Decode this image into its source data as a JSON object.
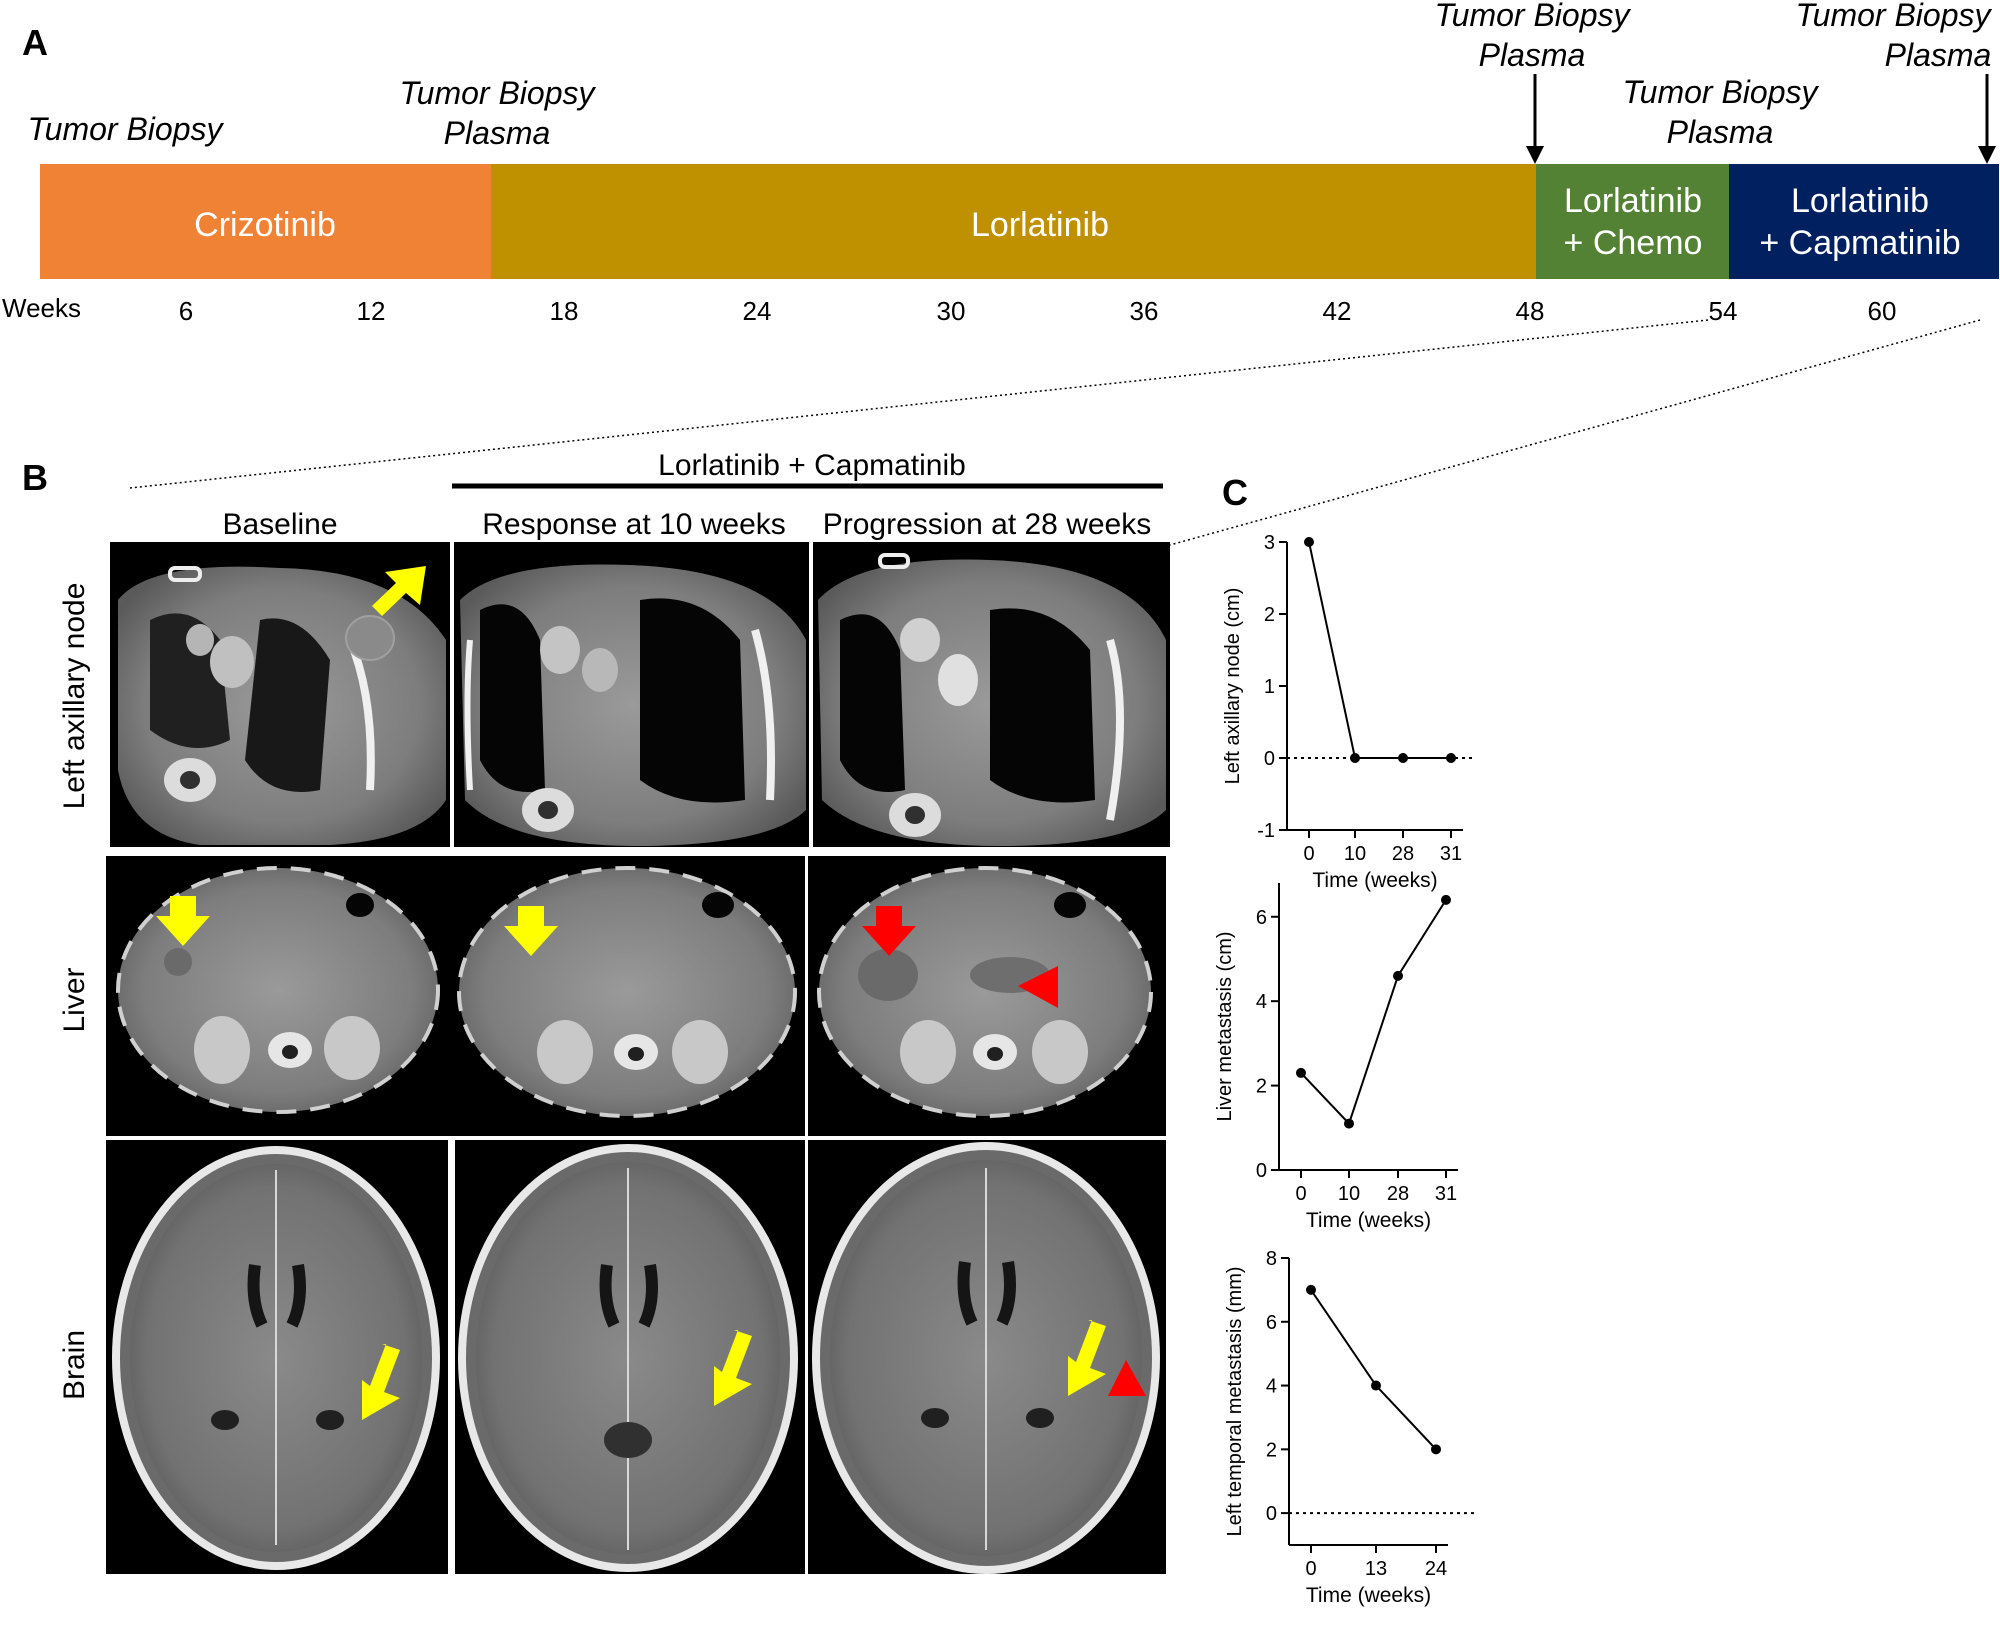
{
  "panel_a": {
    "letter": "A",
    "annotations": [
      {
        "line1": "Tumor Biopsy",
        "line2": ""
      },
      {
        "line1": "Tumor Biopsy",
        "line2": "Plasma"
      },
      {
        "line1": "Tumor Biopsy",
        "line2": "Plasma"
      },
      {
        "line1": "Tumor Biopsy",
        "line2": "Plasma"
      },
      {
        "line1": "Tumor Biopsy",
        "line2": "Plasma"
      }
    ],
    "segments": [
      {
        "line1": "Crizotinib",
        "line2": "",
        "color": "#f08235"
      },
      {
        "line1": "Lorlatinib",
        "line2": "",
        "color": "#bf9000"
      },
      {
        "line1": "Lorlatinib",
        "line2": "+ Chemo",
        "color": "#548235"
      },
      {
        "line1": "Lorlatinib",
        "line2": "+ Capmatinib",
        "color": "#002060"
      }
    ],
    "weeks_label": "Weeks",
    "week_ticks": [
      "6",
      "12",
      "18",
      "24",
      "30",
      "36",
      "42",
      "48",
      "54",
      "60"
    ]
  },
  "panel_b": {
    "letter": "B",
    "treatment_header": "Lorlatinib + Capmatinib",
    "columns": [
      "Baseline",
      "Response at 10 weeks",
      "Progression at 28 weeks"
    ],
    "rows": [
      "Left axillary node",
      "Liver",
      "Brain"
    ]
  },
  "panel_c": {
    "letter": "C"
  },
  "chart_data": [
    {
      "type": "line",
      "title": "",
      "xlabel": "Time (weeks)",
      "ylabel": "Left axillary node (cm)",
      "categories": [
        "0",
        "10",
        "28",
        "31"
      ],
      "values": [
        3,
        0,
        0,
        0
      ],
      "ylim": [
        -1,
        3
      ],
      "yticks": [
        "-1",
        "0",
        "1",
        "2",
        "3"
      ],
      "reference_line": 0
    },
    {
      "type": "line",
      "title": "",
      "xlabel": "Time (weeks)",
      "ylabel": "Liver metastasis (cm)",
      "categories": [
        "0",
        "10",
        "28",
        "31"
      ],
      "values": [
        2.3,
        1.1,
        4.6,
        6.4
      ],
      "ylim": [
        0,
        6.8
      ],
      "yticks": [
        "0",
        "2",
        "4",
        "6"
      ]
    },
    {
      "type": "line",
      "title": "",
      "xlabel": "Time (weeks)",
      "ylabel": "Left temporal metastasis (mm)",
      "categories": [
        "0",
        "13",
        "24"
      ],
      "values": [
        7,
        4,
        2
      ],
      "ylim": [
        -1,
        8
      ],
      "yticks": [
        "0",
        "2",
        "4",
        "6",
        "8"
      ],
      "reference_line": 0
    }
  ]
}
